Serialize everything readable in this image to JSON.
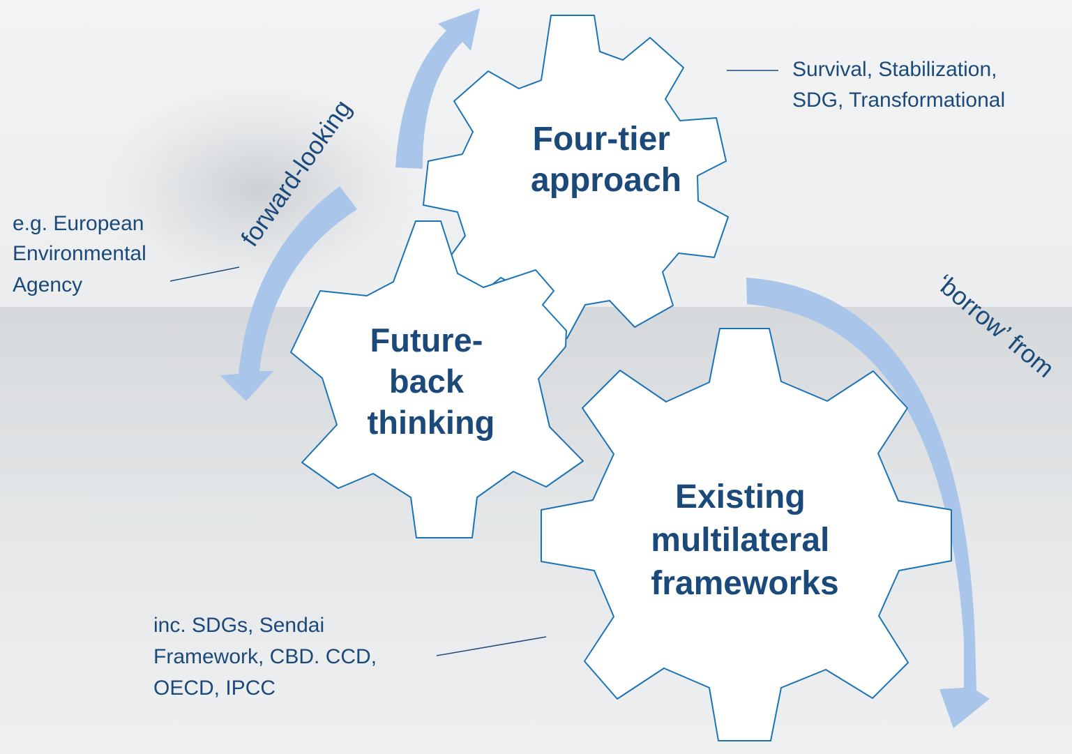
{
  "gears": {
    "four_tier": [
      "Four-tier",
      "approach"
    ],
    "future_back": [
      "Future-",
      "back",
      "thinking"
    ],
    "existing": [
      "Existing",
      "multilateral",
      "frameworks"
    ]
  },
  "notes": {
    "four_tier": [
      "Survival, Stabilization,",
      "SDG, Transformational"
    ],
    "future_back": [
      "e.g. European",
      "Environmental",
      "Agency"
    ],
    "existing": [
      "inc. SDGs, Sendai",
      "Framework, CBD. CCD,",
      "OECD, IPCC"
    ]
  },
  "arrows": {
    "left_label": "forward-looking",
    "right_label": "‘borrow’ from"
  },
  "colors": {
    "gear_stroke": "#1a73b4",
    "gear_text": "#1b4a7a",
    "arrow_fill": "#a9c6ea",
    "background": "#eceeef"
  }
}
